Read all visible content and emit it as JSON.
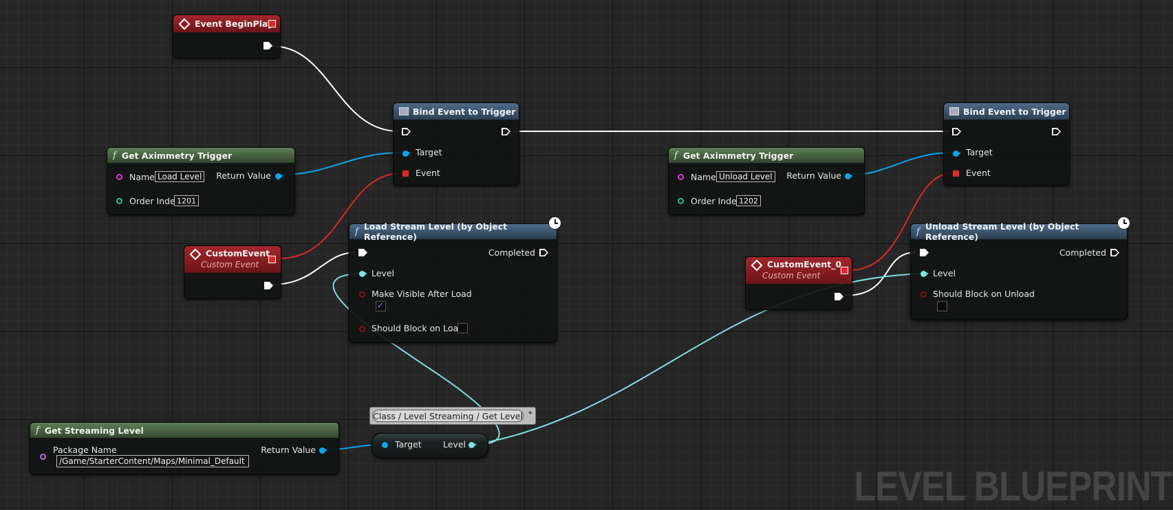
{
  "colors": {
    "event_header": "#a3262c",
    "function_header": "#5e7f56",
    "bind_header": "#4e6b88",
    "exec_wire": "#ffffff",
    "object_wire": "#0aa8ea",
    "level_wire": "#7fe0e0",
    "delegate_wire": "#e02828"
  },
  "event_begin_play": {
    "title": "Event BeginPlay"
  },
  "bind_event_1": {
    "title": "Bind Event to Trigger",
    "target_label": "Target",
    "event_label": "Event"
  },
  "bind_event_2": {
    "title": "Bind Event to Trigger",
    "target_label": "Target",
    "event_label": "Event"
  },
  "get_trigger_1": {
    "title": "Get Aximmetry Trigger",
    "name_label": "Name",
    "name_value": "Load Level",
    "return_label": "Return Value",
    "order_label": "Order Index",
    "order_value": "1201"
  },
  "get_trigger_2": {
    "title": "Get Aximmetry Trigger",
    "name_label": "Name",
    "name_value": "Unload Level",
    "return_label": "Return Value",
    "order_label": "Order Index",
    "order_value": "1202"
  },
  "custom_event_1": {
    "title": "CustomEvent",
    "subtitle": "Custom Event"
  },
  "custom_event_2": {
    "title": "CustomEvent_0",
    "subtitle": "Custom Event"
  },
  "load_stream": {
    "title": "Load Stream Level (by Object Reference)",
    "completed_label": "Completed",
    "level_label": "Level",
    "visible_label": "Make Visible After Load",
    "visible_checked": true,
    "block_label": "Should Block on Load",
    "block_checked": false
  },
  "unload_stream": {
    "title": "Unload Stream Level (by Object Reference)",
    "completed_label": "Completed",
    "level_label": "Level",
    "block_label": "Should Block on Unload",
    "block_checked": false
  },
  "get_streaming_level": {
    "title": "Get Streaming Level",
    "package_label": "Package Name",
    "package_value": "/Game/StarterContent/Maps/Minimal_Default",
    "return_label": "Return Value"
  },
  "get_level": {
    "tooltip": "Class / Level Streaming / Get Level",
    "target_label": "Target",
    "level_label": "Level"
  },
  "watermark": "LEVEL BLUEPRINT"
}
